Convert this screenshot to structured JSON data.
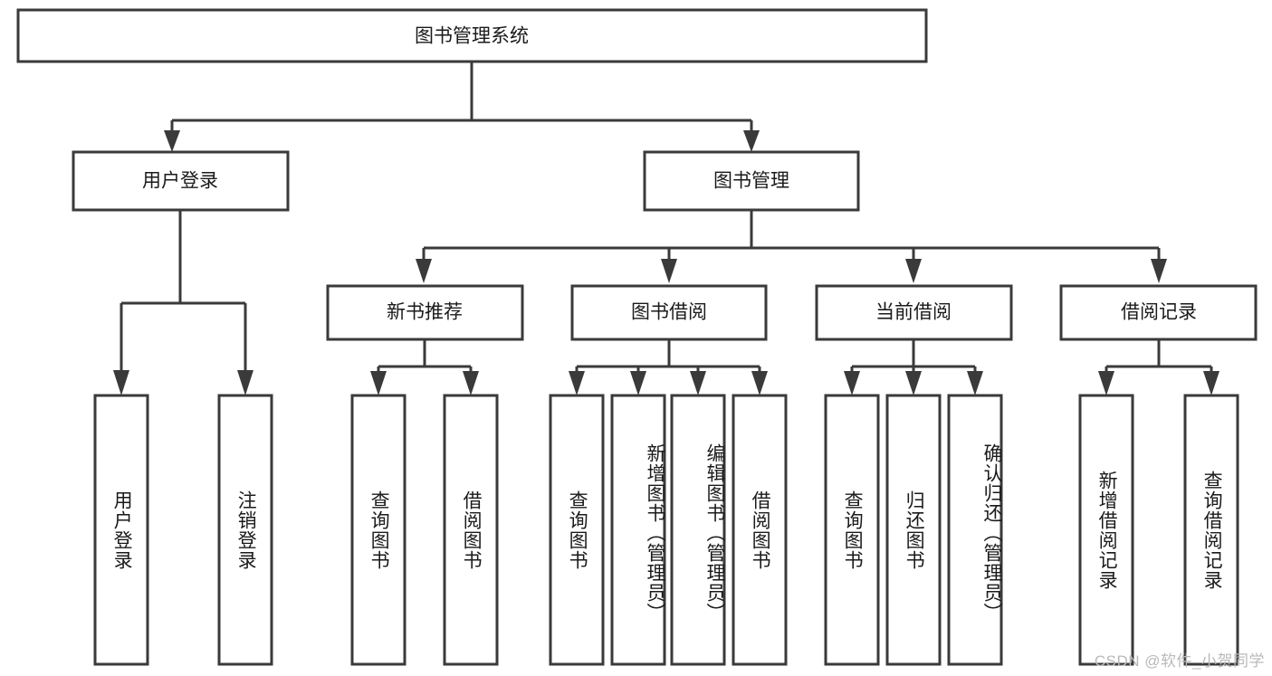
{
  "diagram": {
    "title": "图书管理系统",
    "watermark": "CSDN @软件_小贺同学",
    "stroke_color": "#3a3a3a",
    "text_color": "#1a1a1a",
    "background_color": "#ffffff",
    "watermark_color": "#b9b9b9"
  },
  "chart_data": {
    "type": "diagram",
    "title": "图书管理系统",
    "orientation": "top-down-tree",
    "levels": 4
  },
  "nodes": {
    "root": {
      "label": "图书管理系统",
      "level": 0
    },
    "level1": [
      {
        "id": "user-login",
        "label": "用户登录"
      },
      {
        "id": "book-manage",
        "label": "图书管理"
      }
    ],
    "level2": [
      {
        "id": "new-book-recommend",
        "label": "新书推荐",
        "parent": "book-manage"
      },
      {
        "id": "book-borrow",
        "label": "图书借阅",
        "parent": "book-manage"
      },
      {
        "id": "current-borrow",
        "label": "当前借阅",
        "parent": "book-manage"
      },
      {
        "id": "borrow-record",
        "label": "借阅记录",
        "parent": "book-manage"
      }
    ],
    "leaves": {
      "user_login": [
        {
          "id": "leaf-user-login",
          "label": "用户登录"
        },
        {
          "id": "leaf-logout",
          "label": "注销登录"
        }
      ],
      "new_book_recommend": [
        {
          "id": "leaf-query-book-1",
          "label": "查询图书"
        },
        {
          "id": "leaf-borrow-book-1",
          "label": "借阅图书"
        }
      ],
      "book_borrow": [
        {
          "id": "leaf-query-book-2",
          "label": "查询图书"
        },
        {
          "id": "leaf-add-book",
          "label": "新增图书（管理员）"
        },
        {
          "id": "leaf-edit-book",
          "label": "编辑图书（管理员）"
        },
        {
          "id": "leaf-borrow-book-2",
          "label": "借阅图书"
        }
      ],
      "current_borrow": [
        {
          "id": "leaf-query-book-3",
          "label": "查询图书"
        },
        {
          "id": "leaf-return-book",
          "label": "归还图书"
        },
        {
          "id": "leaf-confirm-return",
          "label": "确认归还（管理员）"
        }
      ],
      "borrow_record": [
        {
          "id": "leaf-add-record",
          "label": "新增借阅记录"
        },
        {
          "id": "leaf-query-record",
          "label": "查询借阅记录"
        }
      ]
    }
  }
}
